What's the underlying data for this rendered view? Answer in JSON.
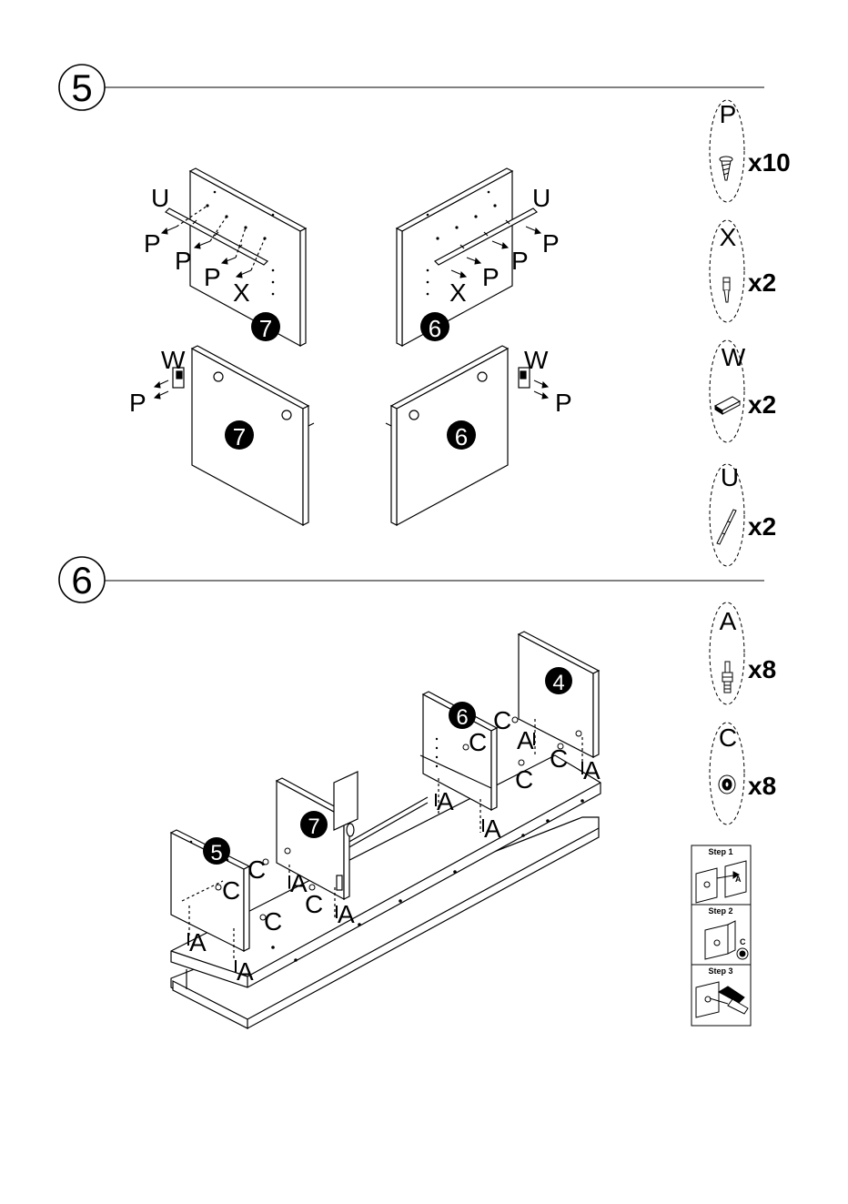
{
  "steps": [
    {
      "number": "5"
    },
    {
      "number": "6"
    }
  ],
  "step5": {
    "panel_numbers": {
      "left_top": "7",
      "right_top": "6",
      "left_bottom": "7",
      "right_bottom": "6"
    },
    "callouts": {
      "U": "U",
      "P": "P",
      "X": "X",
      "W": "W"
    }
  },
  "step6": {
    "panel_numbers": {
      "p5": "5",
      "p7": "7",
      "p6": "6",
      "p4": "4"
    },
    "callouts": {
      "A": "A",
      "C": "C"
    }
  },
  "hardware": [
    {
      "letter": "P",
      "qty": "x10"
    },
    {
      "letter": "X",
      "qty": "x2"
    },
    {
      "letter": "W",
      "qty": "x2"
    },
    {
      "letter": "U",
      "qty": "x2"
    },
    {
      "letter": "A",
      "qty": "x8"
    },
    {
      "letter": "C",
      "qty": "x8"
    }
  ],
  "cam_instructions": {
    "step1_title": "Step  1",
    "step2_title": "Step  2",
    "step3_title": "Step  3",
    "label_a": "A",
    "label_c": "C"
  }
}
